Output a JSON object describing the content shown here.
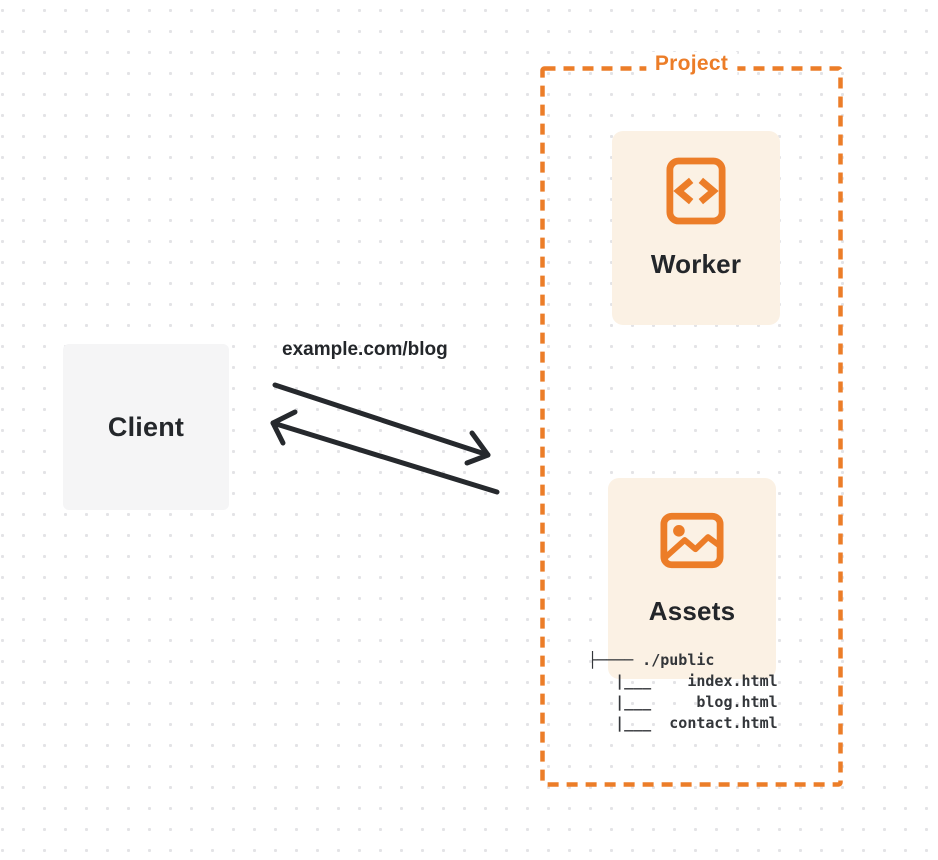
{
  "colors": {
    "orange": "#ec7d28",
    "card_background": "#fbf1e4",
    "client_background": "#f5f5f6",
    "ink": "#26292d",
    "grid_dot": "#e3e3e6"
  },
  "client": {
    "label": "Client"
  },
  "request": {
    "label": "example.com/blog"
  },
  "project": {
    "label": "Project",
    "nodes": [
      {
        "label": "Worker",
        "icon": "code-file-icon"
      },
      {
        "label": "Assets",
        "icon": "image-icon"
      }
    ],
    "file_tree": "├──── ./public\n   |___    index.html\n   |___     blog.html\n   |___  contact.html"
  }
}
